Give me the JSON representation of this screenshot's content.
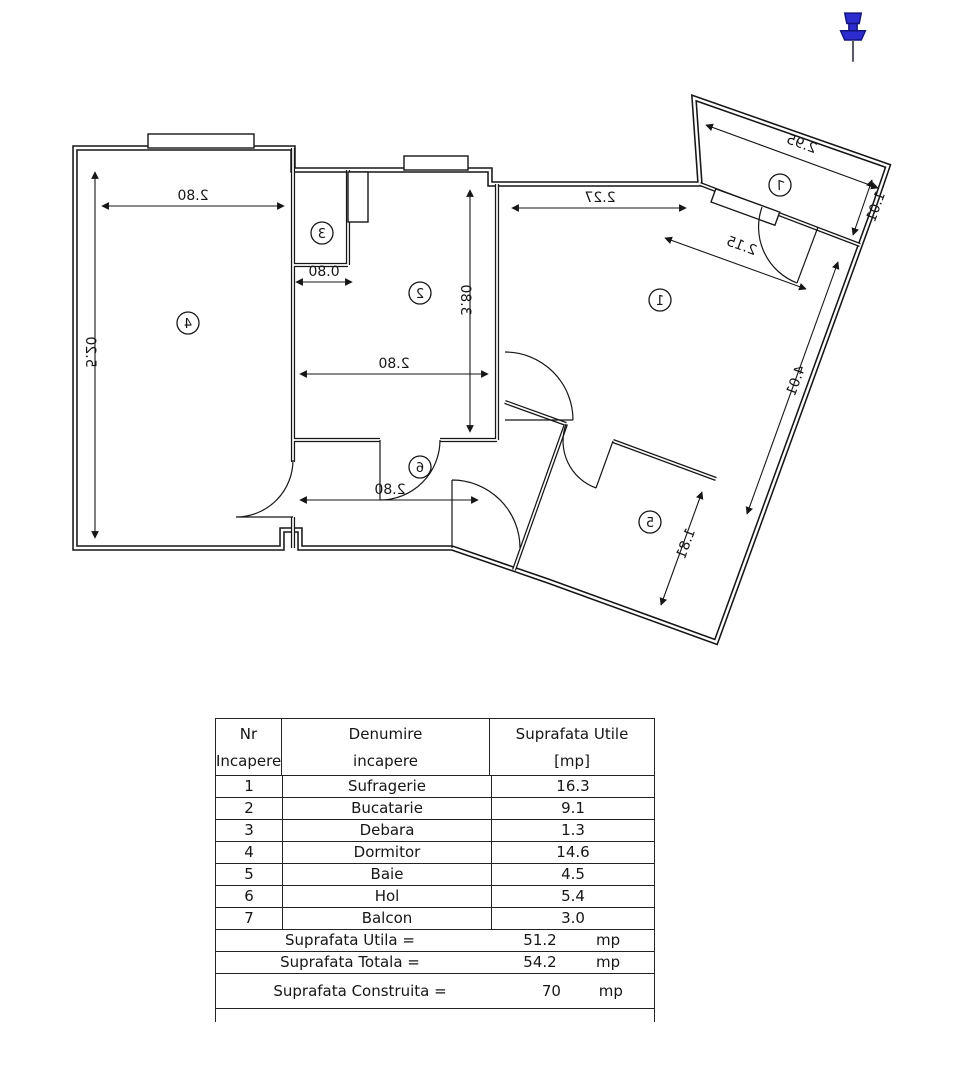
{
  "pushpin": {
    "color": "#2d2dcf",
    "outline": "#14147e",
    "needle": "#5a5a66"
  },
  "plan": {
    "rooms": [
      "1",
      "2",
      "3",
      "4",
      "5",
      "6",
      "7"
    ],
    "dims": {
      "dormitor_w": "2.80",
      "dormitor_l": "5.20",
      "debara_w": "0.80",
      "bucatarie_w": "2.80",
      "bucatarie_l": "3.80",
      "hol_w": "2.80",
      "sufragerie_top": "2.27",
      "sufragerie_w": "2.15",
      "sufragerie_l": "4.01",
      "baie_w": "1.81",
      "balcon_l": "2.95",
      "balcon_w": "1.01"
    }
  },
  "table": {
    "header": {
      "c1a": "Nr",
      "c1b": "Incapere",
      "c2a": "Denumire",
      "c2b": "incapere",
      "c3a": "Suprafata Utile",
      "c3b": "[mp]"
    },
    "rows": [
      {
        "nr": "1",
        "name": "Sufragerie",
        "area": "16.3"
      },
      {
        "nr": "2",
        "name": "Bucatarie",
        "area": "9.1"
      },
      {
        "nr": "3",
        "name": "Debara",
        "area": "1.3"
      },
      {
        "nr": "4",
        "name": "Dormitor",
        "area": "14.6"
      },
      {
        "nr": "5",
        "name": "Baie",
        "area": "4.5"
      },
      {
        "nr": "6",
        "name": "Hol",
        "area": "5.4"
      },
      {
        "nr": "7",
        "name": "Balcon",
        "area": "3.0"
      }
    ],
    "totals": [
      {
        "label": "Suprafata Utila =",
        "value": "51.2",
        "unit": "mp"
      },
      {
        "label": "Suprafata Totala =",
        "value": "54.2",
        "unit": "mp"
      },
      {
        "label": "Suprafata Construita =",
        "value": "70",
        "unit": "mp"
      }
    ]
  }
}
